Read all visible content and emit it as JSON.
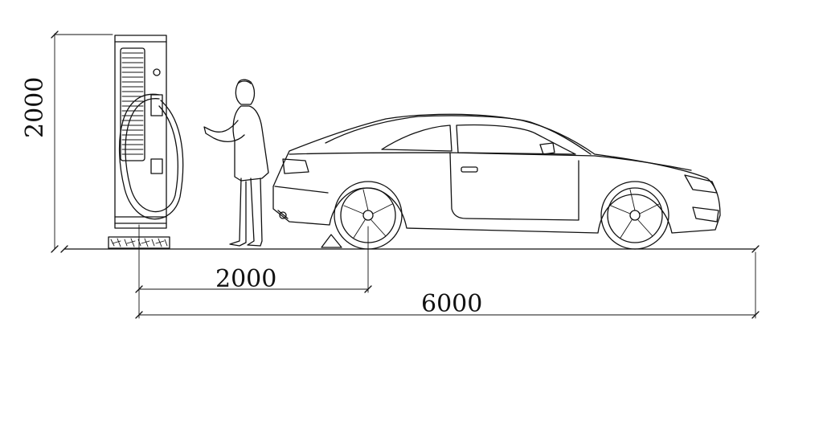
{
  "dimensions": {
    "height_label": "2000",
    "spacing_label": "2000",
    "length_label": "6000"
  },
  "colors": {
    "line": "#111111",
    "background": "#ffffff"
  }
}
